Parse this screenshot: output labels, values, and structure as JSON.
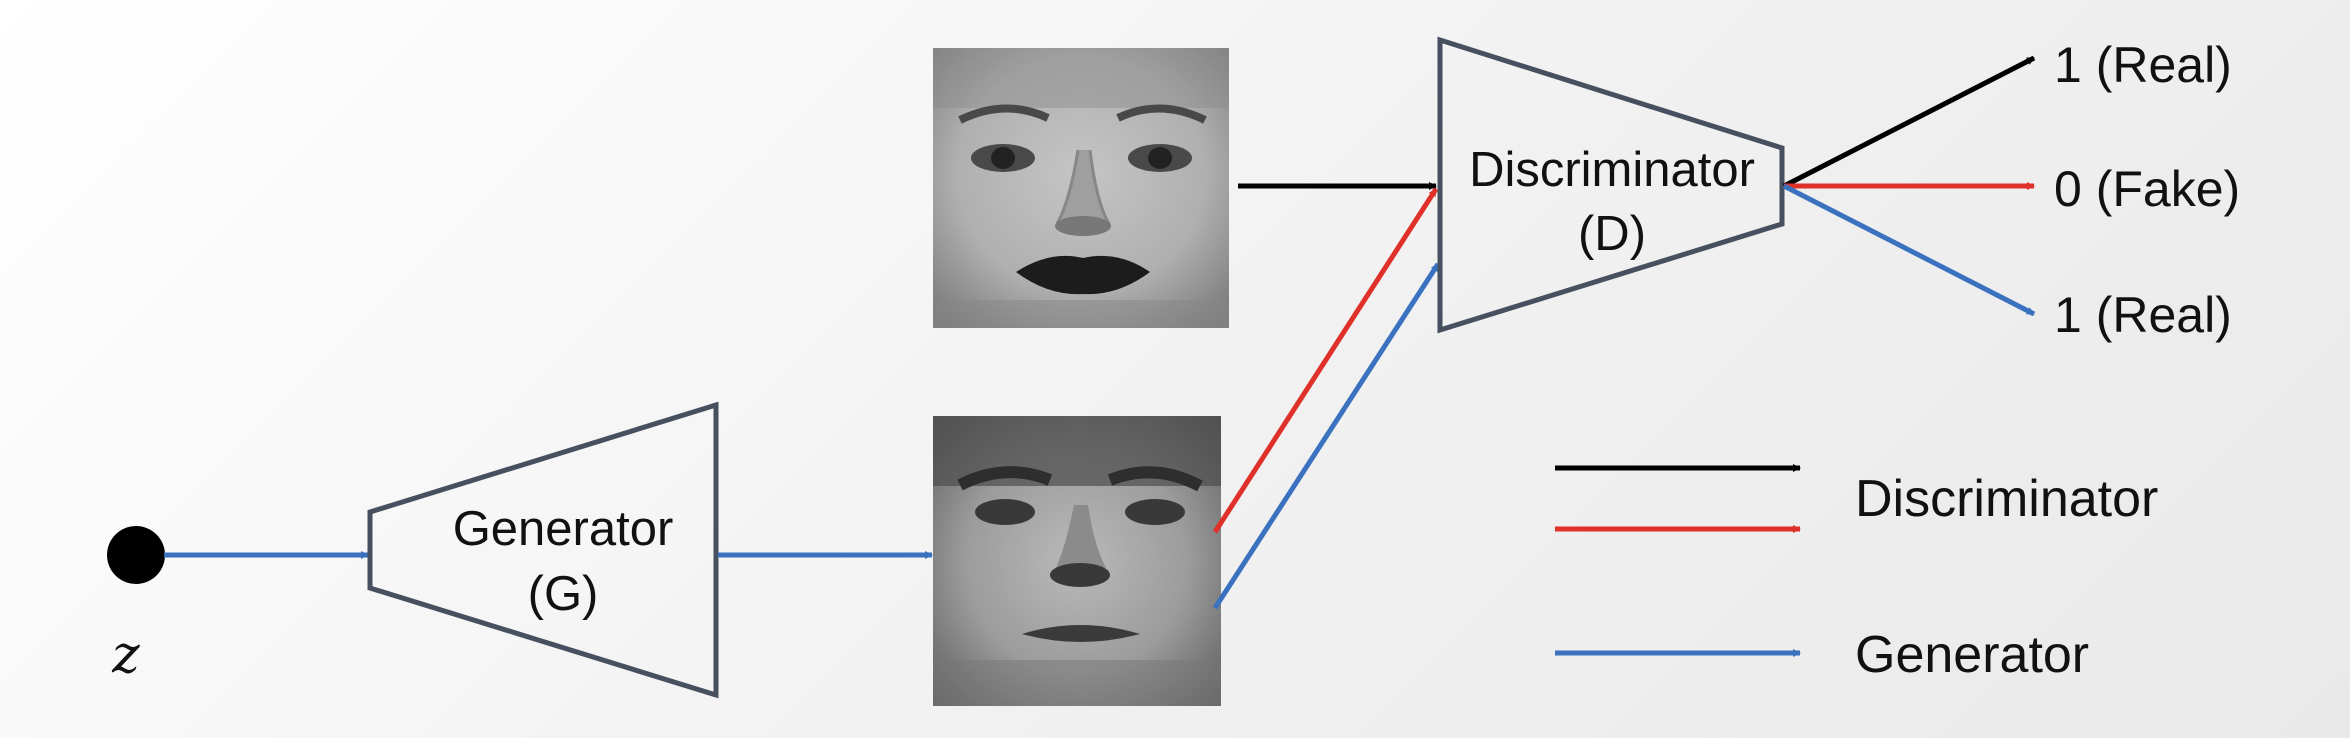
{
  "colors": {
    "discriminator_path": "#000000",
    "fake_path": "#e0302a",
    "generator_path": "#3a72bf",
    "block_outline": "#46505f"
  },
  "input": {
    "label": "z"
  },
  "generator": {
    "line1": "Generator",
    "line2": "(G)"
  },
  "discriminator": {
    "line1": "Discriminator",
    "line2": "(D)"
  },
  "images": {
    "real_face": "photo-real-face",
    "generated_face": "photo-generated-face"
  },
  "outputs": {
    "top": "1 (Real)",
    "middle": "0 (Fake)",
    "bottom": "1 (Real)"
  },
  "legend": {
    "discriminator": "Discriminator",
    "generator": "Generator"
  }
}
